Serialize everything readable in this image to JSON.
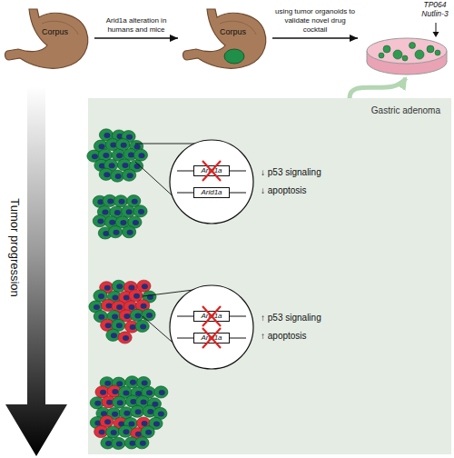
{
  "diagram": {
    "nodes": [
      {
        "text": [
          "Corpus"
        ]
      },
      {
        "text": [
          "Corpus"
        ]
      },
      {
        "text": [
          "TP064 Nutlin-3"
        ]
      },
      {
        "text": [
          "Gastric adenoma"
        ]
      },
      {
        "text": [
          "↓ p53 signaling",
          "↓ apoptosis"
        ],
        "in": 3
      },
      {
        "text": [
          "Arid1a"
        ],
        "in": 4
      },
      {
        "text": [
          "Arid1a"
        ],
        "in": 4
      },
      {
        "text": [
          "↑ p53 signaling",
          "↑ apoptosis"
        ],
        "in": 3
      },
      {
        "text": [
          "Arid1a"
        ],
        "in": 7
      },
      {
        "text": [
          "Arid1a"
        ],
        "in": 7
      }
    ],
    "edges": [
      {
        "from": 0,
        "to": 1,
        "arrow": "to",
        "label": "Arid1a alteration in humans and mice"
      },
      {
        "from": 1,
        "to": 2,
        "arrow": "to",
        "label": "using tumor organoids to validate novel drug cocktail"
      },
      {
        "from": 3,
        "to": 2,
        "arrow": "to"
      }
    ],
    "labels": [
      "Tumor progression"
    ]
  }
}
